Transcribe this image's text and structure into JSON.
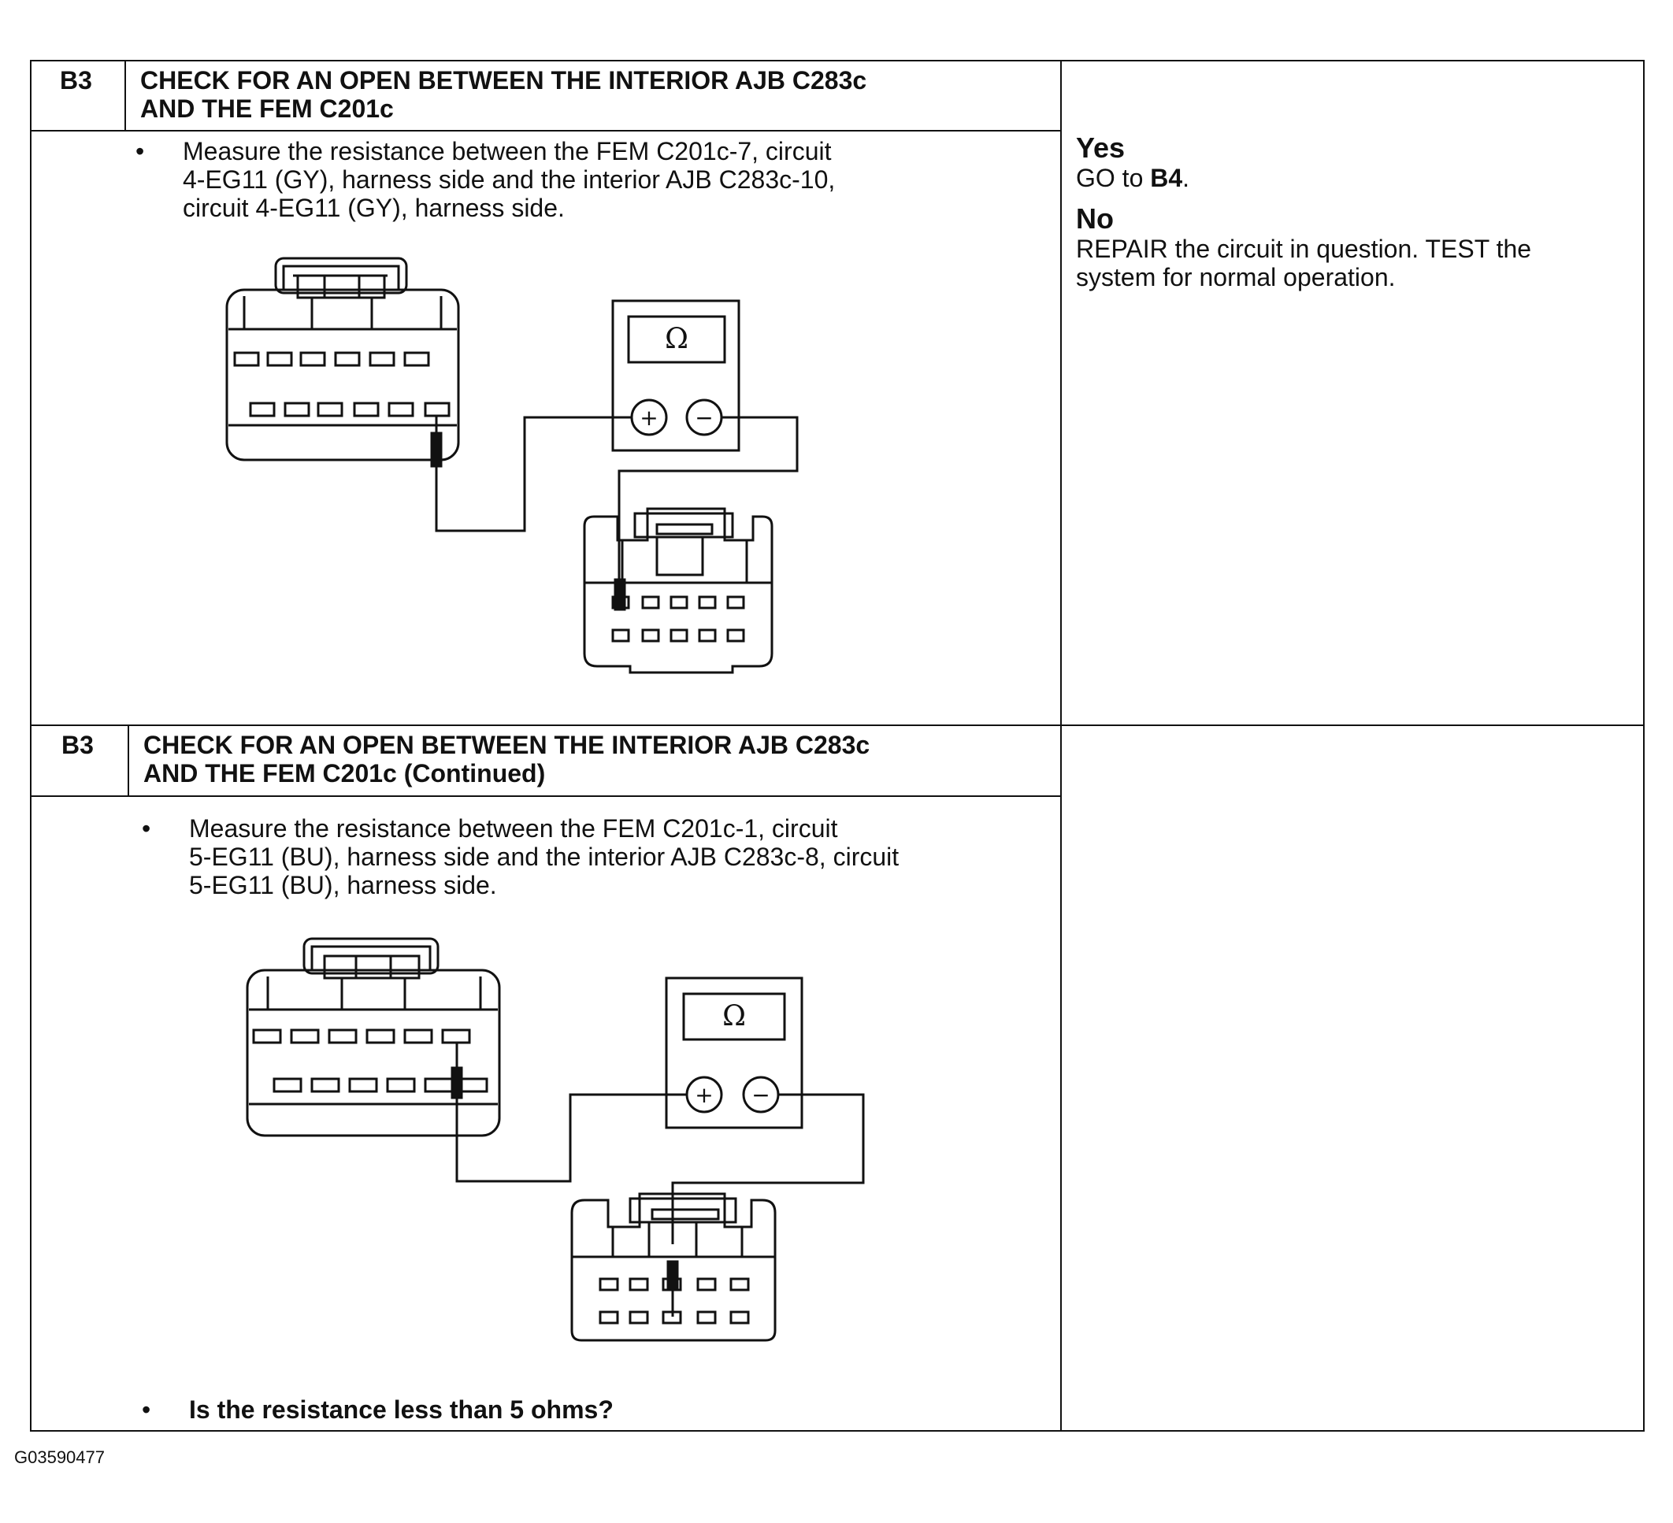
{
  "section1": {
    "step_id": "B3",
    "title_line1": "CHECK FOR AN OPEN BETWEEN THE INTERIOR AJB C283c",
    "title_line2": "AND THE FEM C201c",
    "instruction": "Measure the resistance between the FEM C201c-7, circuit\n4-EG11 (GY), harness side and the interior AJB C283c-10,\ncircuit 4-EG11 (GY), harness side."
  },
  "outcomes": {
    "yes_label": "Yes",
    "yes_text_prefix": "GO to ",
    "yes_target": "B4",
    "yes_text_suffix": ".",
    "no_label": "No",
    "no_text": "REPAIR the circuit in question. TEST the\nsystem for normal operation."
  },
  "section2": {
    "step_id": "B3",
    "title_line1": "CHECK FOR AN OPEN BETWEEN THE INTERIOR AJB C283c",
    "title_line2": "AND THE FEM C201c (Continued)",
    "instruction": "Measure the resistance between the FEM C201c-1, circuit\n5-EG11 (BU), harness side and the interior AJB C283c-8, circuit\n5-EG11 (BU), harness side.",
    "question": "Is the resistance less than 5 ohms?"
  },
  "meter": {
    "symbol": "Ω",
    "plus": "+",
    "minus": "−"
  },
  "bullet": "•",
  "figure_id": "G03590477"
}
